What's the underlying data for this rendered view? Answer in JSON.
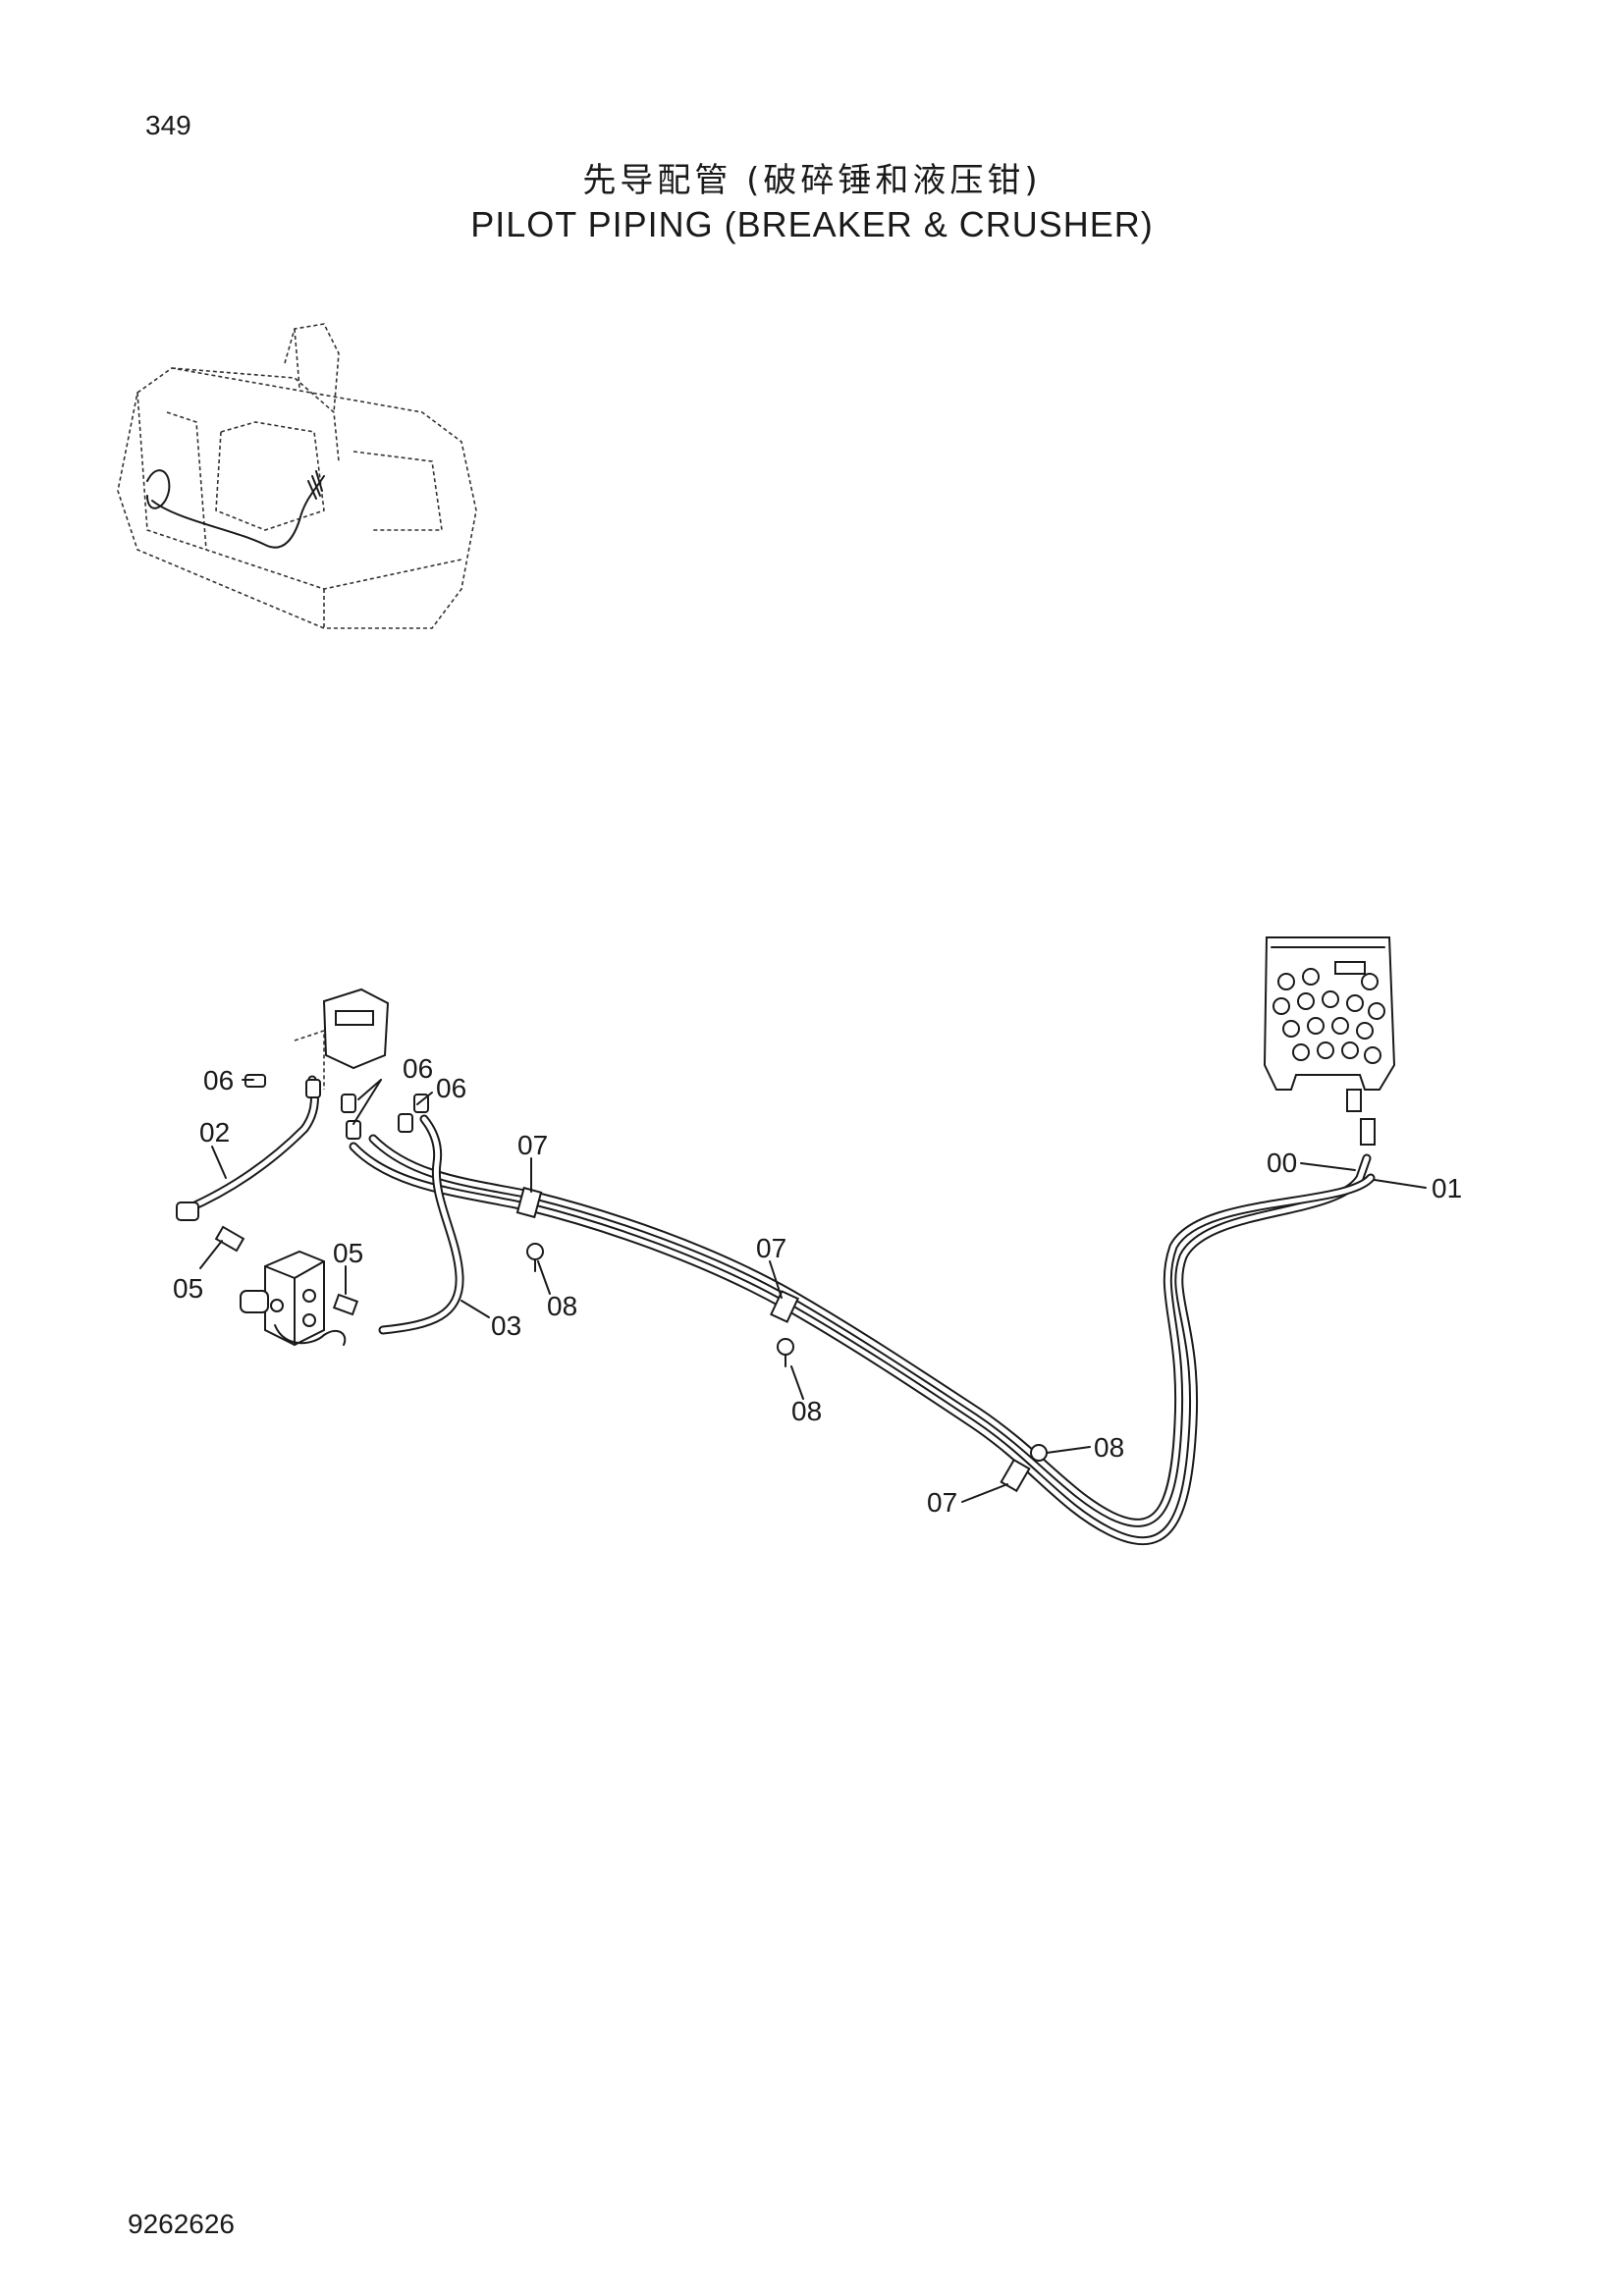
{
  "page_number": "349",
  "title_cn": "先导配管 (破碎锤和液压钳)",
  "title_en": "PILOT  PIPING  (BREAKER & CRUSHER)",
  "doc_number": "9262626",
  "callouts": {
    "c06a": "06",
    "c06b": "06",
    "c06c": "06",
    "c02": "02",
    "c05a": "05",
    "c05b": "05",
    "c03": "03",
    "c07a": "07",
    "c08a": "08",
    "c07b": "07",
    "c08b": "08",
    "c08c": "08",
    "c07c": "07",
    "c00": "00",
    "c01": "01"
  }
}
